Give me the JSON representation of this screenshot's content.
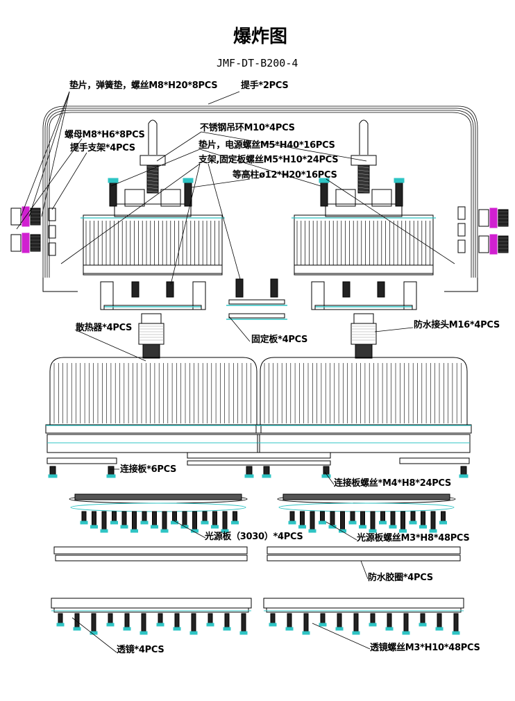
{
  "title": "爆炸图",
  "model": "JMF-DT-B200-4",
  "labels": {
    "washers_springs_bolts": "垫片，弹簧垫，螺丝M8*H20*8PCS",
    "handle": "提手*2PCS",
    "nut": "螺母M8*H6*8PCS",
    "handle_bracket": "提手支架*4PCS",
    "eye_bolt": "不锈钢吊环M10*4PCS",
    "psu_screws": "垫片，电源螺丝M5*H40*16PCS",
    "bracket_screws": "支架,固定板螺丝M5*H10*24PCS",
    "standoff": "等高柱ø12*H20*16PCS",
    "heatsink": "散热器*4PCS",
    "fixing_plate": "固定板*4PCS",
    "waterproof_connector": "防水接头M16*4PCS",
    "connecting_plate": "连接板*6PCS",
    "connecting_plate_screws": "连接板螺丝*M4*H8*24PCS",
    "light_board": "光源板（3030）*4PCS",
    "light_board_screws": "光源板螺丝M3*H8*48PCS",
    "gasket": "防水胶圈*4PCS",
    "lens": "透镜*4PCS",
    "lens_screws": "透镜螺丝M3*H10*48PCS"
  },
  "colors": {
    "line": "#000000",
    "accent_cyan": "#2ec4c4",
    "accent_magenta": "#d020d0"
  }
}
